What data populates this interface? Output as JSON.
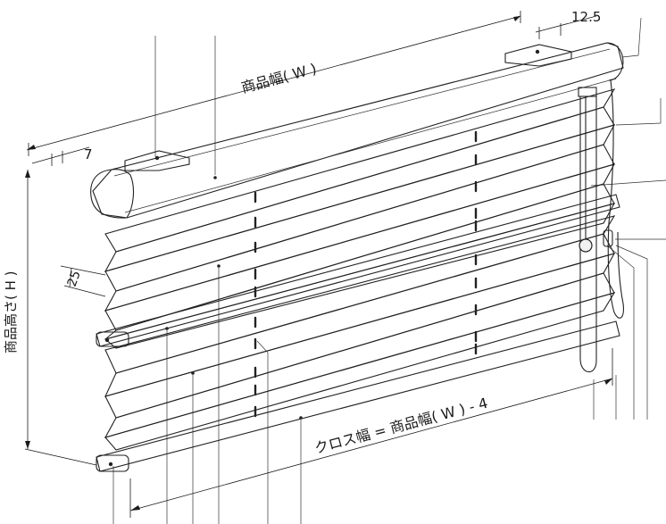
{
  "labels": {
    "width_dim": "商品幅( W )",
    "height_dim": "商品高さ( H )",
    "cloth_width_dim": "クロス幅 = 商品幅( W ) - 4",
    "bracket_offset": "12.5",
    "end_offset": "7",
    "pleat_pitch": "25"
  },
  "colors": {
    "line": "#1a1a1a",
    "fabric_upper": "#ffffff",
    "fabric_lower": "#dbeff2",
    "rail": "#f7f7f7"
  }
}
